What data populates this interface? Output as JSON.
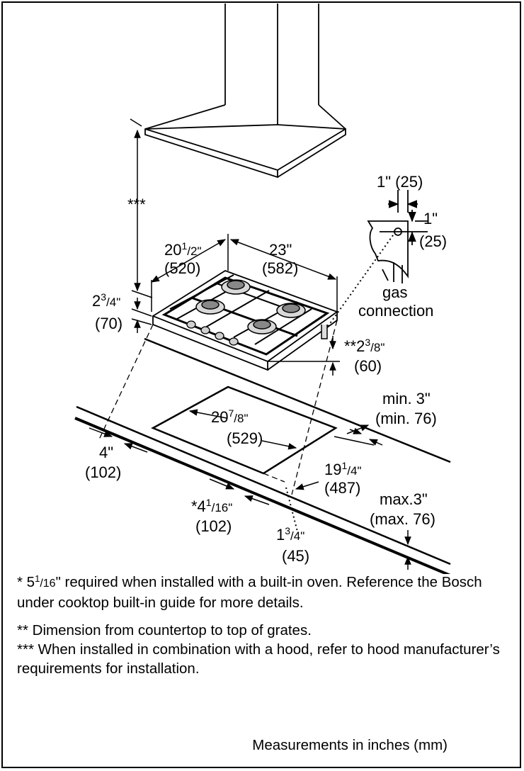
{
  "labels": {
    "hood_clearance": "***",
    "width_in": "20",
    "width_frac": "1/2\"",
    "width_mm": "(520)",
    "depth_in": "23\"",
    "depth_mm": "(582)",
    "height_in": "2",
    "height_frac": "3/4\"",
    "height_mm": "(70)",
    "grate_height_in": "**2",
    "grate_height_frac": "3/8\"",
    "grate_height_mm": "(60)",
    "gas_top_in": "1\" (25)",
    "gas_side_in": "1\"",
    "gas_side_mm": "(25)",
    "gas_label_1": "gas",
    "gas_label_2": "connection",
    "cutout_w_in": "20",
    "cutout_w_frac": "7/8\"",
    "cutout_w_mm": "(529)",
    "cutout_d_in": "19",
    "cutout_d_frac": "1/4\"",
    "cutout_d_mm": "(487)",
    "back_in": "min. 3\"",
    "back_mm": "(min. 76)",
    "left_in": "4\"",
    "left_mm": "(102)",
    "front_in": "*4",
    "front_frac": "1/16\"",
    "front_mm": "(102)",
    "front_edge_in": "1",
    "front_edge_frac": "3/4\"",
    "front_edge_mm": "(45)",
    "thick_in": "max.3\"",
    "thick_mm": "(max. 76)"
  },
  "notes": {
    "note1_a": "* 5",
    "note1_sup": "1",
    "note1_frac": "/16",
    "note1_b": "\" required when installed with a built-in oven. Reference the Bosch under cooktop built-in guide for more details.",
    "note2": "** Dimension from countertop to top of grates.",
    "note3": "*** When installed in combination with a hood, refer to hood manufacturer’s requirements for installation."
  },
  "footer": "Measurements in inches (mm)"
}
